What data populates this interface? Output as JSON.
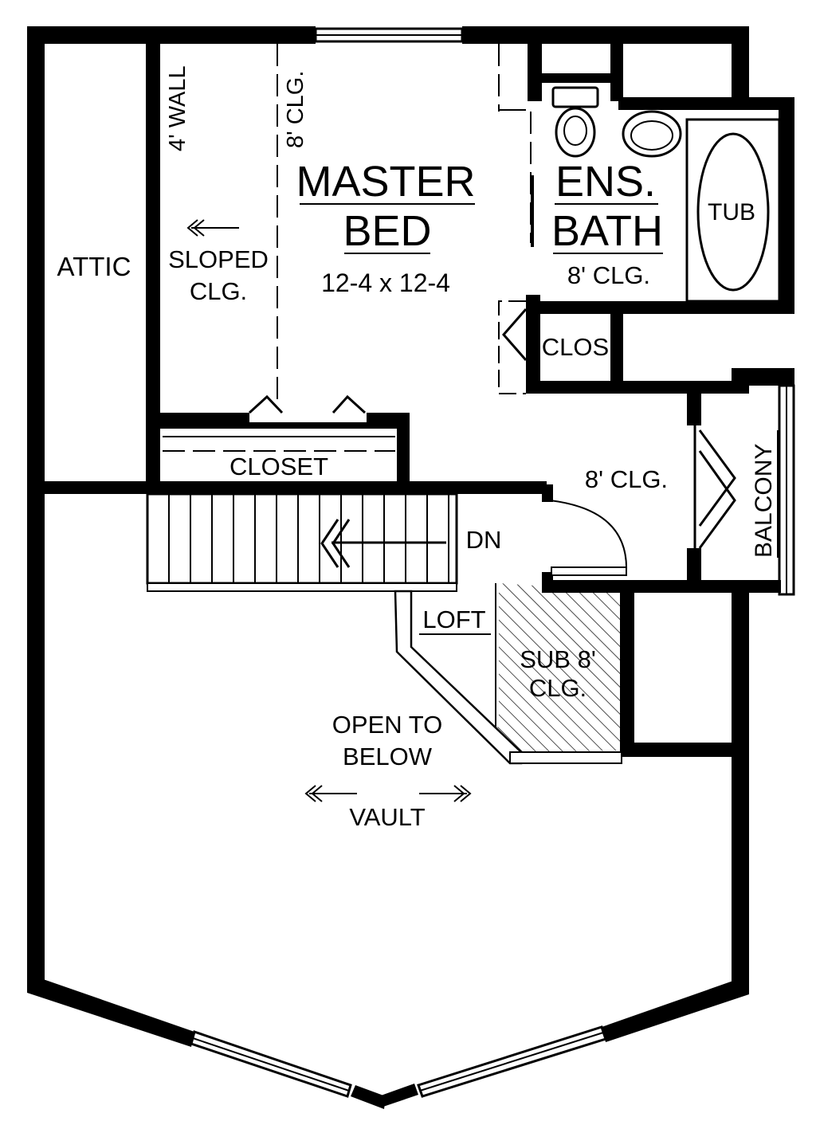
{
  "rooms": {
    "master": {
      "name_line1": "MASTER",
      "name_line2": "BED",
      "size": "12-4 x 12-4"
    },
    "ensuite": {
      "name_line1": "ENS.",
      "name_line2": "BATH",
      "ceiling": "8' CLG."
    },
    "tub": "TUB",
    "clos": "CLOS",
    "closet": "CLOSET",
    "attic": "ATTIC",
    "balcony": "BALCONY",
    "loft": "LOFT",
    "sub_ceiling_line1": "SUB 8'",
    "sub_ceiling_line2": "CLG.",
    "open_line1": "OPEN TO",
    "open_line2": "BELOW",
    "vault": "VAULT"
  },
  "notes": {
    "four_wall": "4' WALL",
    "eight_clg_vertical": "8' CLG.",
    "sloped_line1": "SLOPED",
    "sloped_line2": "CLG.",
    "hall_ceiling": "8' CLG.",
    "stair_dn": "DN"
  }
}
